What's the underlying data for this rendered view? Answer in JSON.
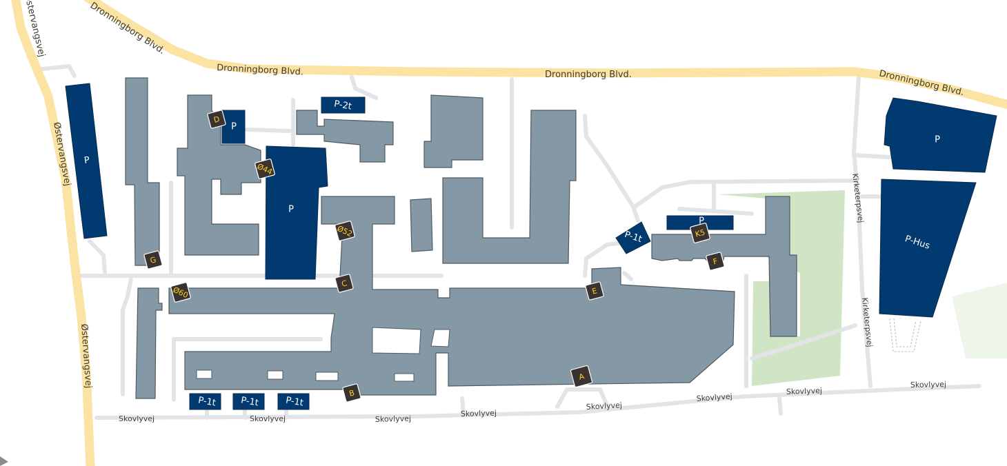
{
  "map": {
    "roads": {
      "dronningborg": "Dronningborg Blvd.",
      "oestervangsvej": "Østervangsvej",
      "skovlyvej": "Skovlyvej",
      "kirketerpsvej": "Kirketerpsvej"
    },
    "parking": {
      "p": "P",
      "p_2t": "P-2t",
      "p_1t": "P-1t",
      "p_hus": "P-Hus"
    },
    "entrances": [
      "A",
      "B",
      "C",
      "D",
      "E",
      "F",
      "G",
      "K5",
      "Ø44",
      "Ø52",
      "Ø60"
    ],
    "colors": {
      "building": "#8499a5",
      "parking": "#003a70",
      "major_road": "#fbe3a3",
      "minor_road": "#e4e4e8",
      "park": "#cfe5c6",
      "marker": "#3b3331",
      "marker_text": "#ffd21a"
    }
  }
}
